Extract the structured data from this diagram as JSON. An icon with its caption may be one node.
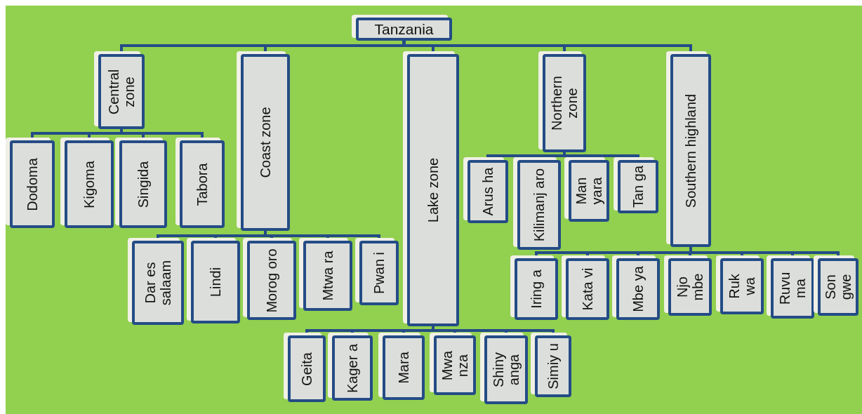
{
  "diagram": {
    "nodes": [
      {
        "text": [
          "Tanzania"
        ]
      },
      {
        "text": [
          "Central zone"
        ]
      },
      {
        "text": [
          "Coast zone"
        ]
      },
      {
        "text": [
          "Lake zone"
        ]
      },
      {
        "text": [
          "Northern zone"
        ]
      },
      {
        "text": [
          "Southern highland"
        ]
      },
      {
        "text": [
          "Dodoma"
        ]
      },
      {
        "text": [
          "Kigoma"
        ]
      },
      {
        "text": [
          "Singida"
        ]
      },
      {
        "text": [
          "Tabora"
        ]
      },
      {
        "text": [
          "Dar es salaam"
        ]
      },
      {
        "text": [
          "Lindi"
        ]
      },
      {
        "text": [
          "Morog oro"
        ]
      },
      {
        "text": [
          "Mtwa ra"
        ]
      },
      {
        "text": [
          "Pwan i"
        ]
      },
      {
        "text": [
          "Geita"
        ]
      },
      {
        "text": [
          "Kager a"
        ]
      },
      {
        "text": [
          "Mara"
        ]
      },
      {
        "text": [
          "Mwa nza"
        ]
      },
      {
        "text": [
          "Shiny anga"
        ]
      },
      {
        "text": [
          "Simiy u"
        ]
      },
      {
        "text": [
          "Arus ha"
        ]
      },
      {
        "text": [
          "Kilimanj aro"
        ]
      },
      {
        "text": [
          "Man yara"
        ]
      },
      {
        "text": [
          "Tan ga"
        ]
      },
      {
        "text": [
          "Iring a"
        ]
      },
      {
        "text": [
          "Kata vi"
        ]
      },
      {
        "text": [
          "Mbe ya"
        ]
      },
      {
        "text": [
          "Njo mbe"
        ]
      },
      {
        "text": [
          "Ruk wa"
        ]
      },
      {
        "text": [
          "Ruvu ma"
        ]
      },
      {
        "text": [
          "Son gwe"
        ]
      }
    ],
    "edges": [
      {
        "from": 0,
        "to": 1,
        "arrow": "none"
      },
      {
        "from": 0,
        "to": 2,
        "arrow": "none"
      },
      {
        "from": 0,
        "to": 3,
        "arrow": "none"
      },
      {
        "from": 0,
        "to": 4,
        "arrow": "none"
      },
      {
        "from": 0,
        "to": 5,
        "arrow": "none"
      },
      {
        "from": 1,
        "to": 6,
        "arrow": "none"
      },
      {
        "from": 1,
        "to": 7,
        "arrow": "none"
      },
      {
        "from": 1,
        "to": 8,
        "arrow": "none"
      },
      {
        "from": 1,
        "to": 9,
        "arrow": "none"
      },
      {
        "from": 2,
        "to": 10,
        "arrow": "none"
      },
      {
        "from": 2,
        "to": 11,
        "arrow": "none"
      },
      {
        "from": 2,
        "to": 12,
        "arrow": "none"
      },
      {
        "from": 2,
        "to": 13,
        "arrow": "none"
      },
      {
        "from": 2,
        "to": 14,
        "arrow": "none"
      },
      {
        "from": 3,
        "to": 15,
        "arrow": "none"
      },
      {
        "from": 3,
        "to": 16,
        "arrow": "none"
      },
      {
        "from": 3,
        "to": 17,
        "arrow": "none"
      },
      {
        "from": 3,
        "to": 18,
        "arrow": "none"
      },
      {
        "from": 3,
        "to": 19,
        "arrow": "none"
      },
      {
        "from": 3,
        "to": 20,
        "arrow": "none"
      },
      {
        "from": 4,
        "to": 21,
        "arrow": "none"
      },
      {
        "from": 4,
        "to": 22,
        "arrow": "none"
      },
      {
        "from": 4,
        "to": 23,
        "arrow": "none"
      },
      {
        "from": 4,
        "to": 24,
        "arrow": "none"
      },
      {
        "from": 5,
        "to": 25,
        "arrow": "none"
      },
      {
        "from": 5,
        "to": 26,
        "arrow": "none"
      },
      {
        "from": 5,
        "to": 27,
        "arrow": "none"
      },
      {
        "from": 5,
        "to": 28,
        "arrow": "none"
      },
      {
        "from": 5,
        "to": 29,
        "arrow": "none"
      },
      {
        "from": 5,
        "to": 30,
        "arrow": "none"
      },
      {
        "from": 5,
        "to": 31,
        "arrow": "none"
      }
    ]
  }
}
